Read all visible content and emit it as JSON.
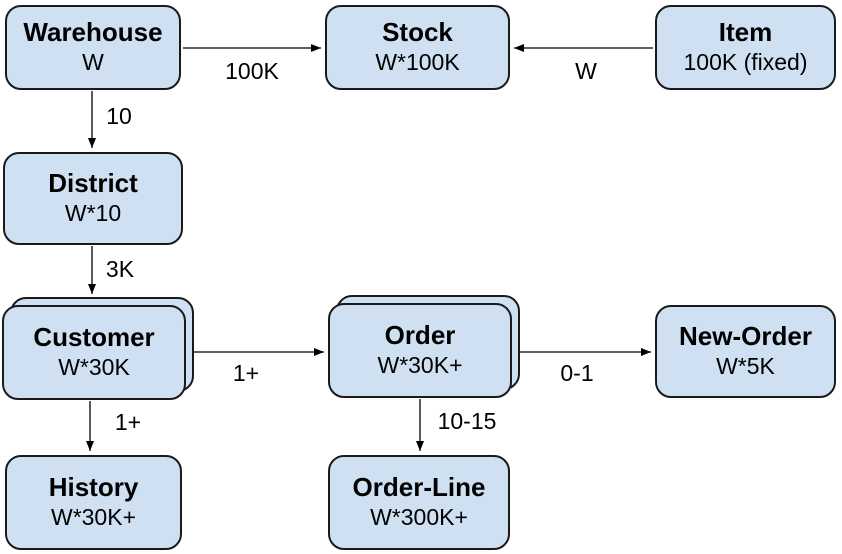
{
  "colors": {
    "box_fill": "#cfe0f3",
    "box_border": "#1a1a1a",
    "background": "#ffffff",
    "text": "#000000"
  },
  "entities": [
    {
      "id": "warehouse",
      "name": "Warehouse",
      "cardinality": "W",
      "stacked": false
    },
    {
      "id": "stock",
      "name": "Stock",
      "cardinality": "W*100K",
      "stacked": false
    },
    {
      "id": "item",
      "name": "Item",
      "cardinality": "100K (fixed)",
      "stacked": false
    },
    {
      "id": "district",
      "name": "District",
      "cardinality": "W*10",
      "stacked": false
    },
    {
      "id": "customer",
      "name": "Customer",
      "cardinality": "W*30K",
      "stacked": true
    },
    {
      "id": "order",
      "name": "Order",
      "cardinality": "W*30K+",
      "stacked": true
    },
    {
      "id": "new_order",
      "name": "New-Order",
      "cardinality": "W*5K",
      "stacked": false
    },
    {
      "id": "history",
      "name": "History",
      "cardinality": "W*30K+",
      "stacked": false
    },
    {
      "id": "order_line",
      "name": "Order-Line",
      "cardinality": "W*300K+",
      "stacked": false
    }
  ],
  "connectors": [
    {
      "id": "warehouse-stock",
      "from": "warehouse",
      "to": "stock",
      "label": "100K"
    },
    {
      "id": "item-stock",
      "from": "item",
      "to": "stock",
      "label": "W"
    },
    {
      "id": "warehouse-district",
      "from": "warehouse",
      "to": "district",
      "label": "10"
    },
    {
      "id": "district-customer",
      "from": "district",
      "to": "customer",
      "label": "3K"
    },
    {
      "id": "customer-order",
      "from": "customer",
      "to": "order",
      "label": "1+"
    },
    {
      "id": "order-neworder",
      "from": "order",
      "to": "new_order",
      "label": "0-1"
    },
    {
      "id": "customer-history",
      "from": "customer",
      "to": "history",
      "label": "1+"
    },
    {
      "id": "order-orderline",
      "from": "order",
      "to": "order_line",
      "label": "10-15"
    }
  ]
}
